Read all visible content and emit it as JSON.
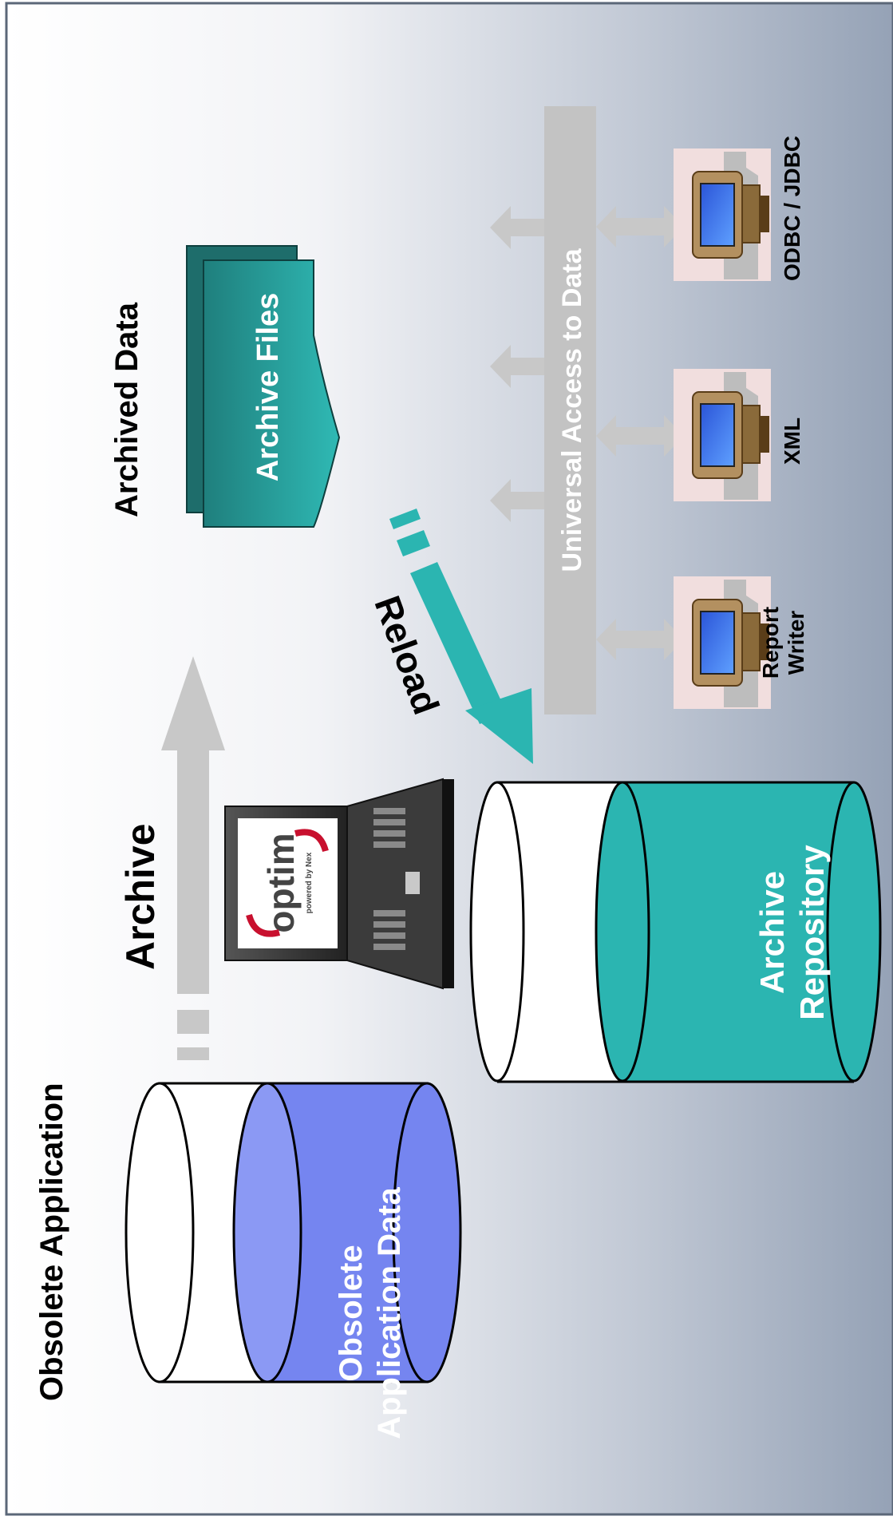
{
  "labels": {
    "obsolete_application": "Obsolete Application",
    "archive": "Archive",
    "reload": "Reload",
    "archived_data": "Archived Data",
    "archive_files": "Archive Files",
    "universal_access": "Universal  Access to Data",
    "obsolete_data_line1": "Obsolete",
    "obsolete_data_line2": "Application Data",
    "repository_line1": "Archive",
    "repository_line2": "Repository",
    "odbc_jdbc": "ODBC / JDBC",
    "xml": "XML",
    "report_line1": "Report",
    "report_line2": "Writer",
    "logo_main": "optim",
    "logo_sub": "powered by Nex"
  },
  "icons": [
    "database-cylinder",
    "laptop",
    "document-stack",
    "desktop-computer",
    "arrow"
  ],
  "colors": {
    "background_light": "#ffffff",
    "background_dark": "#97a4b8",
    "obsolete_db": "#7585f0",
    "teal": "#2bb5b1",
    "gray_arrow": "#c8c8c8",
    "access_bar": "#c3c3c3"
  }
}
